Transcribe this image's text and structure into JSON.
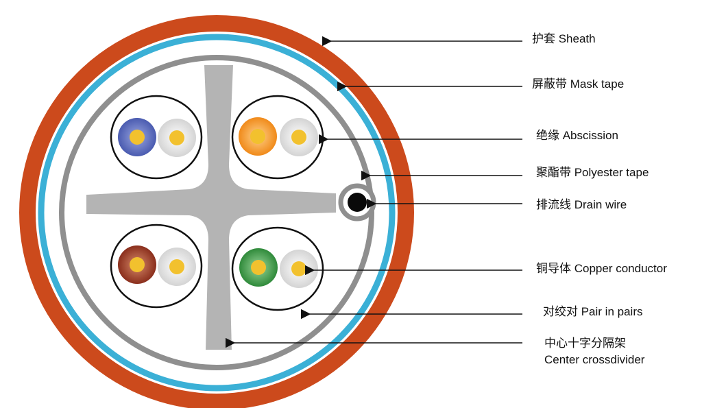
{
  "labels": {
    "sheath": "护套 Sheath",
    "mask_tape": "屏蔽带 Mask tape",
    "abscission": "绝缘 Abscission",
    "polyester_tape": "聚酯带 Polyester tape",
    "drain_wire": "排流线 Drain wire",
    "copper_conductor": "铜导体 Copper conductor",
    "pair_in_pairs": "对绞对 Pair in pairs",
    "crossdivider_line1": "中心十字分隔架",
    "crossdivider_line2": "Center crossdivider"
  },
  "colors": {
    "sheath": "#cc4a1c",
    "mask_tape": "#3bb0d6",
    "divider": "#b4b4b4",
    "polyester_tape": "#8a8a8a",
    "conductor": "#f2c12e",
    "pair_blue": "#4a5bb0",
    "pair_orange": "#f08a1a",
    "pair_brown": "#8a2e1c",
    "pair_green": "#2f8a3a",
    "pair_white": "#e8e8e8"
  }
}
